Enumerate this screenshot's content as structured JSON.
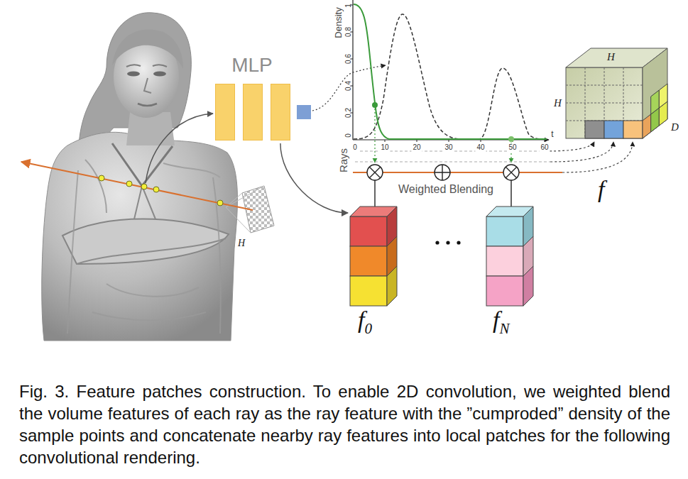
{
  "diagram": {
    "caption": "Fig. 3. Feature patches construction. To enable 2D convolution, we weighted blend the volume features of each ray as the ray feature with the ”cumproded” density of the sample points and concatenate nearby ray features into local patches for the following convolutional rendering.",
    "nodes": [
      {
        "text": [
          "MLP"
        ]
      },
      {
        "text": [
          "f0"
        ]
      },
      {
        "text": [
          "fN"
        ]
      },
      {
        "text": [
          "H",
          "H",
          "D",
          "f"
        ]
      }
    ],
    "edges": [
      {
        "from": 0,
        "to": 1,
        "arrow": "to"
      }
    ],
    "labels": [
      "H",
      "Density",
      "1",
      "0.8",
      "0.6",
      "0.4",
      "0.2",
      "0",
      "0",
      "10",
      "20",
      "30",
      "40",
      "50",
      "60",
      "t",
      "Rays",
      "Weighted Blending"
    ]
  }
}
